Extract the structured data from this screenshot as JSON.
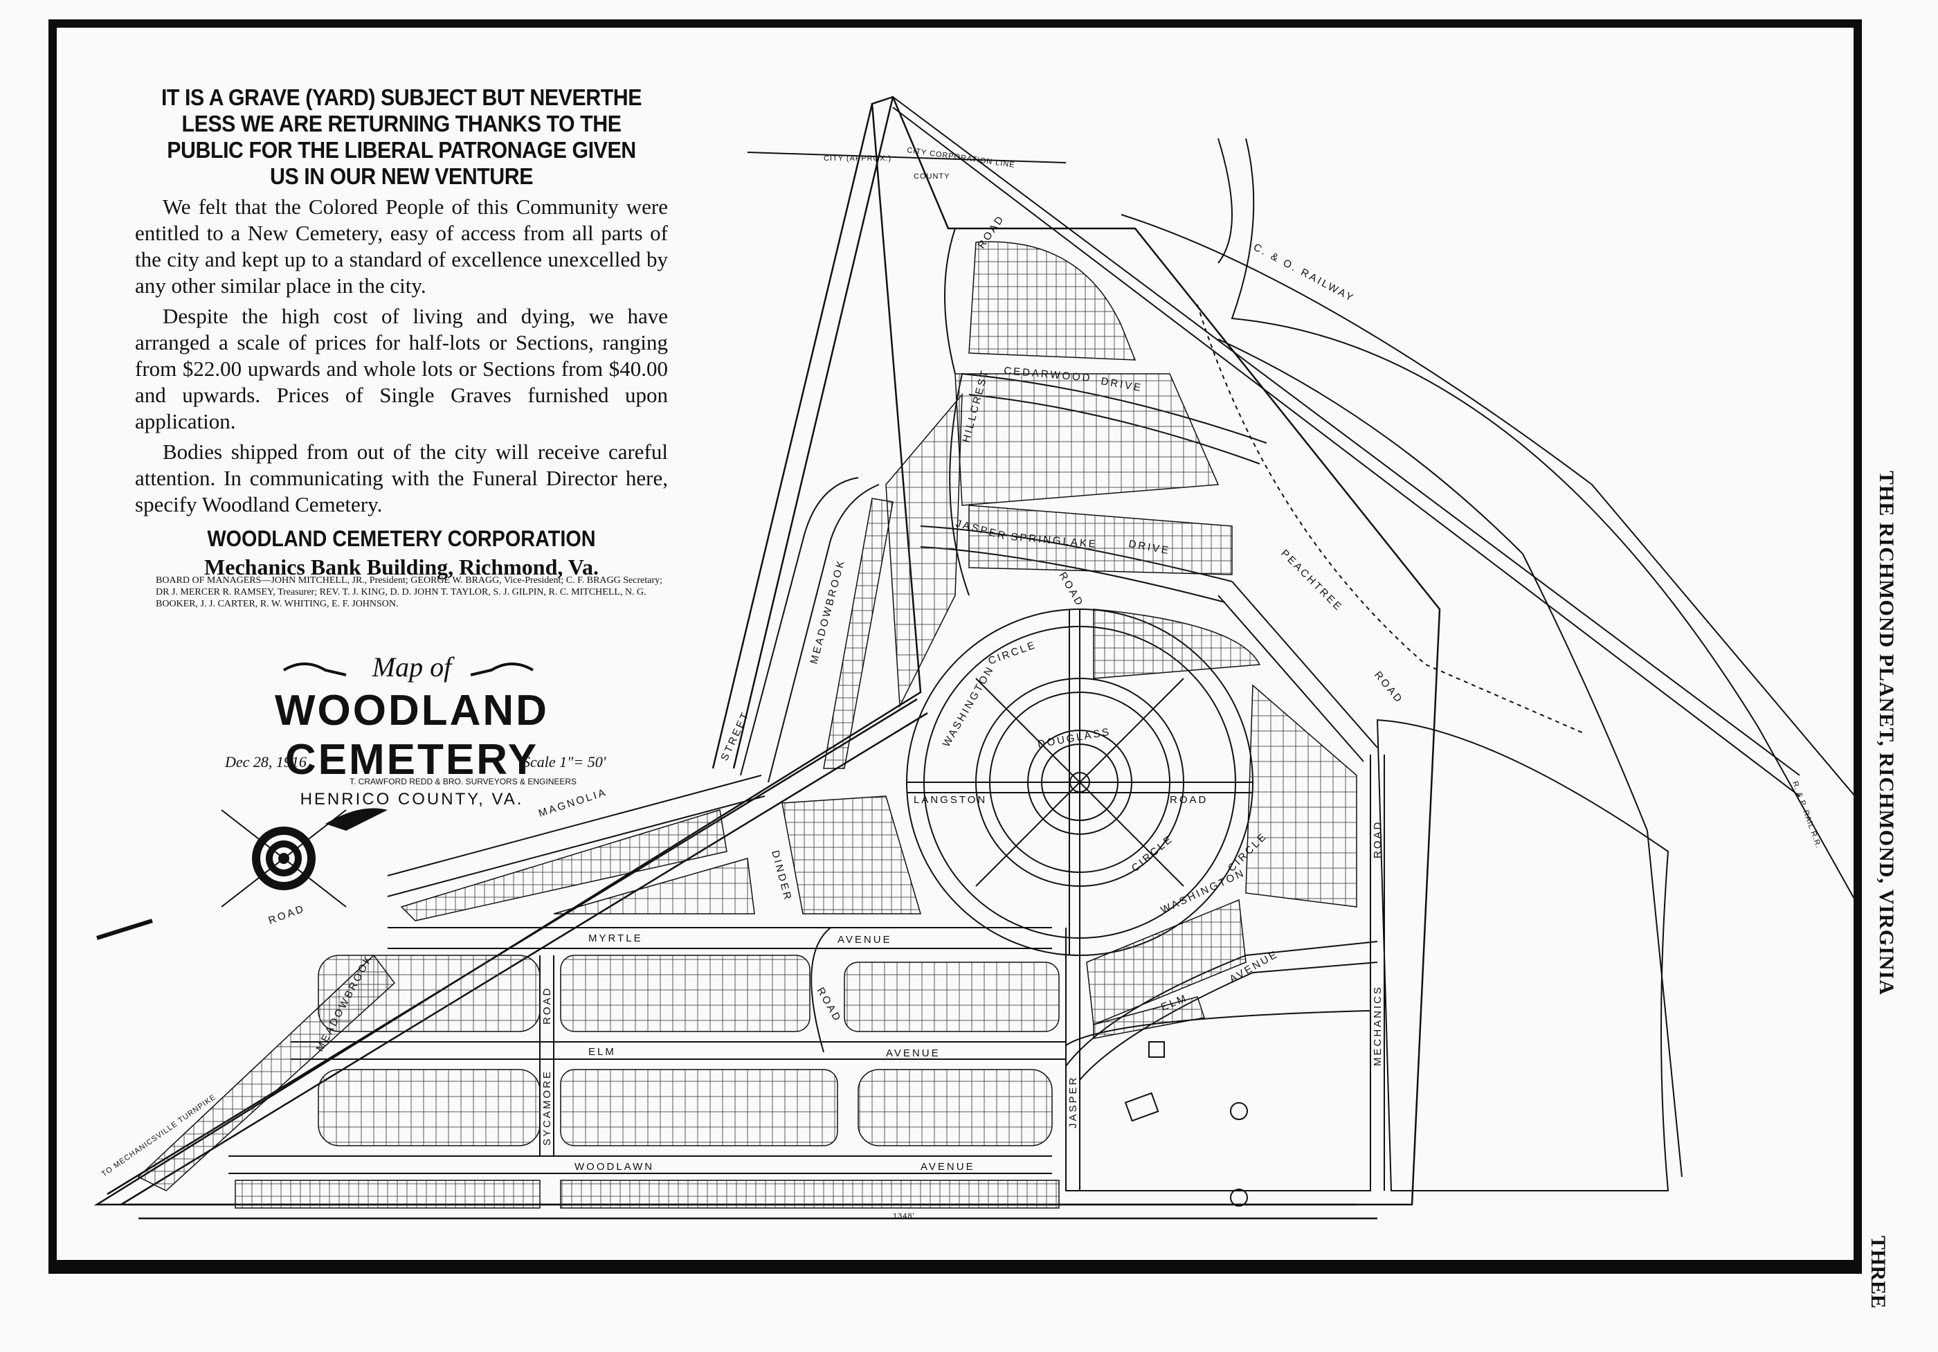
{
  "newspaper": {
    "masthead": "THE RICHMOND PLANET, RICHMOND, VIRGINIA",
    "page_label": "THREE"
  },
  "advertisement": {
    "headline": "IT IS A GRAVE (YARD) SUBJECT BUT NEVERTHE LESS WE ARE RETURNING THANKS TO THE PUBLIC FOR THE LIBERAL PATRONAGE GIVEN US IN OUR NEW VENTURE",
    "paragraphs": [
      "We felt that the Colored People of this Community were entitled to a New Cemetery, easy of access from all parts of the city and kept up to a standard of excellence unexcelled by any other similar place in the city.",
      "Despite the high cost of living and dying, we have arranged a scale of prices for half-lots or Sections, ranging from $22.00 upwards and whole lots or Sections from $40.00 and upwards. Prices of Single Graves furnished upon application.",
      "Bodies shipped from out of the city will receive careful attention. In communicating with the Funeral Director here, specify Woodland Cemetery."
    ],
    "corporation": "WOODLAND CEMETERY CORPORATION",
    "address": "Mechanics Bank Building, Richmond, Va.",
    "board": "BOARD OF MANAGERS—JOHN MITCHELL, JR., President; GEORGE W. BRAGG, Vice-President; C. F. BRAGG Secretary; DR J. MERCER R. RAMSEY, Treasurer; REV. T. J. KING, D. D. JOHN T. TAYLOR, S. J. GILPIN, R. C. MITCHELL, N. G. BOOKER, J. J. CARTER, R. W. WHITING, E. F. JOHNSON."
  },
  "map": {
    "map_of": "Map of",
    "title": "WOODLAND CEMETERY",
    "county": "HENRICO COUNTY, VA.",
    "date": "Dec 28, 1916",
    "scale": "Scale 1\"= 50'",
    "surveyor": "T. CRAWFORD REDD & BRO. SURVEYORS & ENGINEERS",
    "roads": {
      "magnolia": "MAGNOLIA",
      "street": "STREET",
      "meadowbrook_lower": "MEADOWBROOK",
      "meadowbrook_upper": "MEADOWBROOK",
      "myrtle": "MYRTLE",
      "avenue_myrtle": "AVENUE",
      "elm_left": "ELM",
      "elm_right": "ELM",
      "avenue_elm_mid": "AVENUE",
      "avenue_elm_right": "AVENUE",
      "woodlawn": "WOODLAWN",
      "avenue_woodlawn": "AVENUE",
      "sycamore": "SYCAMORE",
      "dinder": "DINDER",
      "road_left": "ROAD",
      "road_mid": "ROAD",
      "road_sycamore": "ROAD",
      "jasper_top": "JASPER",
      "jasper_bottom": "JASPER",
      "road_jasper": "ROAD",
      "langston": "LANGSTON",
      "road_langston": "ROAD",
      "washington_left": "WASHINGTON",
      "washington_right": "WASHINGTON",
      "circle_left": "CIRCLE",
      "circle_right": "CIRCLE",
      "circle_top": "CIRCLE",
      "douglass": "DOUGLASS",
      "cedarwood": "CEDARWOOD",
      "drive_cedarwood": "DRIVE",
      "springlake": "SPRINGLAKE",
      "drive_springlake": "DRIVE",
      "hillcrest": "HILLCREST",
      "road_hillcrest": "ROAD",
      "peachtree": "PEACHTREE",
      "road_peachtree": "ROAD",
      "mechanics": "MECHANICS",
      "road_right": "ROAD"
    },
    "city_line": "CITY CORPORATION LINE",
    "county_label": "COUNTY",
    "city_label": "CITY (APPROX.)",
    "railway": "C. & O. RAILWAY",
    "rr": "R. & P. RAIL R.R.",
    "turnpike": "TO MECHANICSVILLE TURNPIKE",
    "dimension": "1348'"
  },
  "colors": {
    "ink": "#111111",
    "paper": "#fafafa",
    "frame": "#0c0c0c"
  }
}
